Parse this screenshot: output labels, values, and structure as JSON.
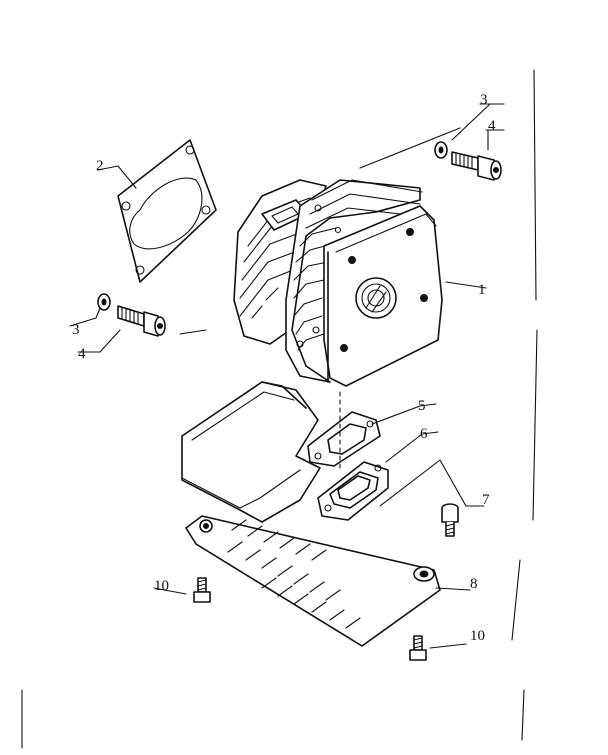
{
  "callouts": [
    {
      "id": "c1",
      "text": "1"
    },
    {
      "id": "c2",
      "text": "2"
    },
    {
      "id": "c3a",
      "text": "3"
    },
    {
      "id": "c3b",
      "text": "3"
    },
    {
      "id": "c4a",
      "text": "4"
    },
    {
      "id": "c4b",
      "text": "4"
    },
    {
      "id": "c5",
      "text": "5"
    },
    {
      "id": "c6",
      "text": "6"
    },
    {
      "id": "c7",
      "text": "7"
    },
    {
      "id": "c8",
      "text": "8"
    },
    {
      "id": "c10a",
      "text": "10"
    },
    {
      "id": "c10b",
      "text": "10"
    }
  ]
}
